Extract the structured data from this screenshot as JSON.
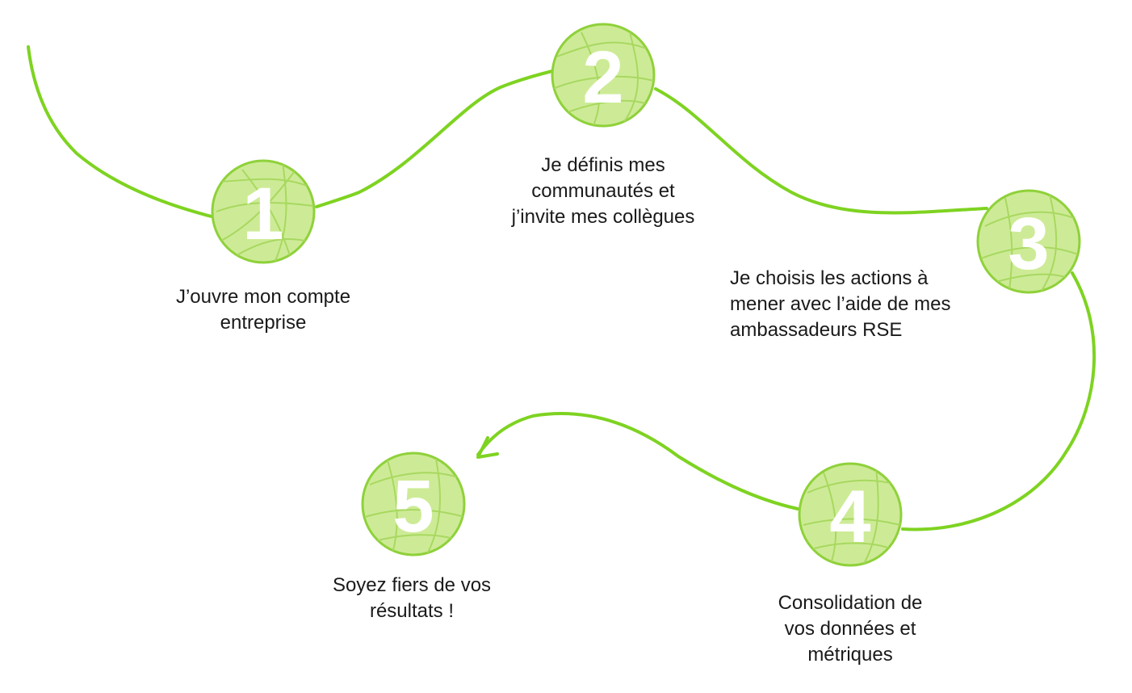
{
  "colors": {
    "path": "#7ed321",
    "circle_fill": "#cdeb96",
    "circle_stroke": "#8fd13a",
    "leaf_vein": "#a8d860",
    "number": "#ffffff",
    "text": "#1a1a1a"
  },
  "steps": [
    {
      "number": "1",
      "lines": [
        "J’ouvre mon compte",
        "entreprise"
      ]
    },
    {
      "number": "2",
      "lines": [
        "Je définis mes",
        "communautés et",
        "j’invite mes collègues"
      ]
    },
    {
      "number": "3",
      "lines": [
        "Je choisis les actions à",
        "mener avec l’aide de mes",
        "ambassadeurs RSE"
      ]
    },
    {
      "number": "4",
      "lines": [
        "Consolidation de",
        "vos données et",
        "métriques"
      ]
    },
    {
      "number": "5",
      "lines": [
        "Soyez fiers de vos",
        "résultats !"
      ]
    }
  ]
}
